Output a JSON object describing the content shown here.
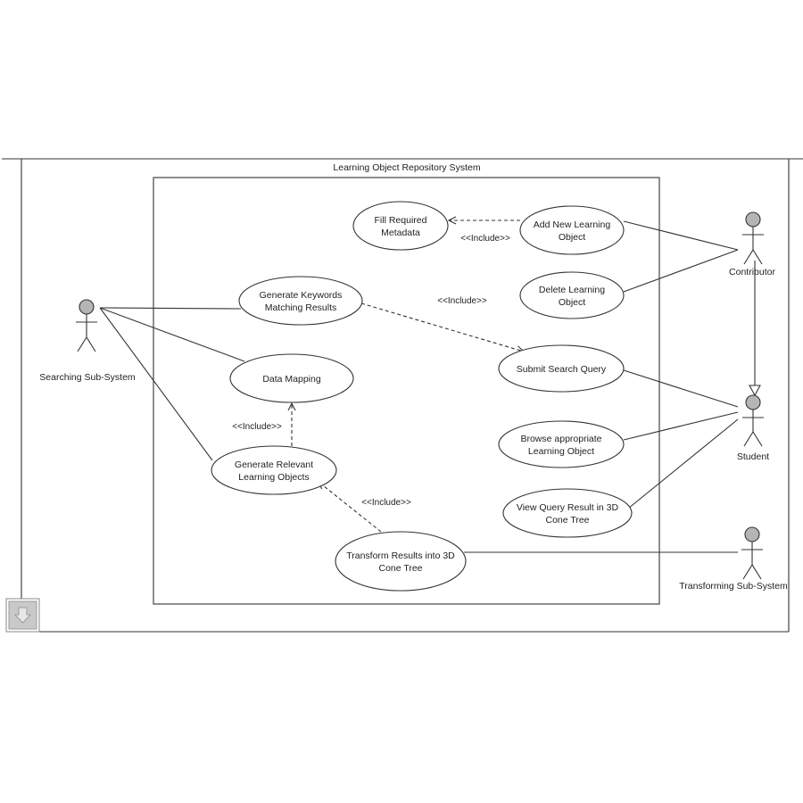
{
  "system": {
    "title": "Learning Object Repository System"
  },
  "use_cases": {
    "fill_metadata": [
      "Fill Required",
      "Metadata"
    ],
    "add_lo": [
      "Add New Learning",
      "Object"
    ],
    "delete_lo": [
      "Delete Learning",
      "Object"
    ],
    "gen_keywords": [
      "Generate Keywords",
      "Matching Results"
    ],
    "submit_query": [
      "Submit Search Query"
    ],
    "data_mapping": [
      "Data Mapping"
    ],
    "browse_lo": [
      "Browse appropriate",
      "Learning Object"
    ],
    "gen_relevant": [
      "Generate Relevant",
      "Learning Objects"
    ],
    "view_3d": [
      "View Query Result in 3D",
      "Cone Tree"
    ],
    "transform": [
      "Transform Results into 3D",
      "Cone Tree"
    ]
  },
  "actors": {
    "contributor": "Contributor",
    "student": "Student",
    "searching": "Searching Sub-System",
    "transforming": "Transforming Sub-System"
  },
  "relations": {
    "include_1": "<<Include>>",
    "include_2": "<<Include>>",
    "include_3": "<<Include>>",
    "include_4": "<<Include>>"
  },
  "icons": {
    "corner": "scroll-down-icon"
  }
}
